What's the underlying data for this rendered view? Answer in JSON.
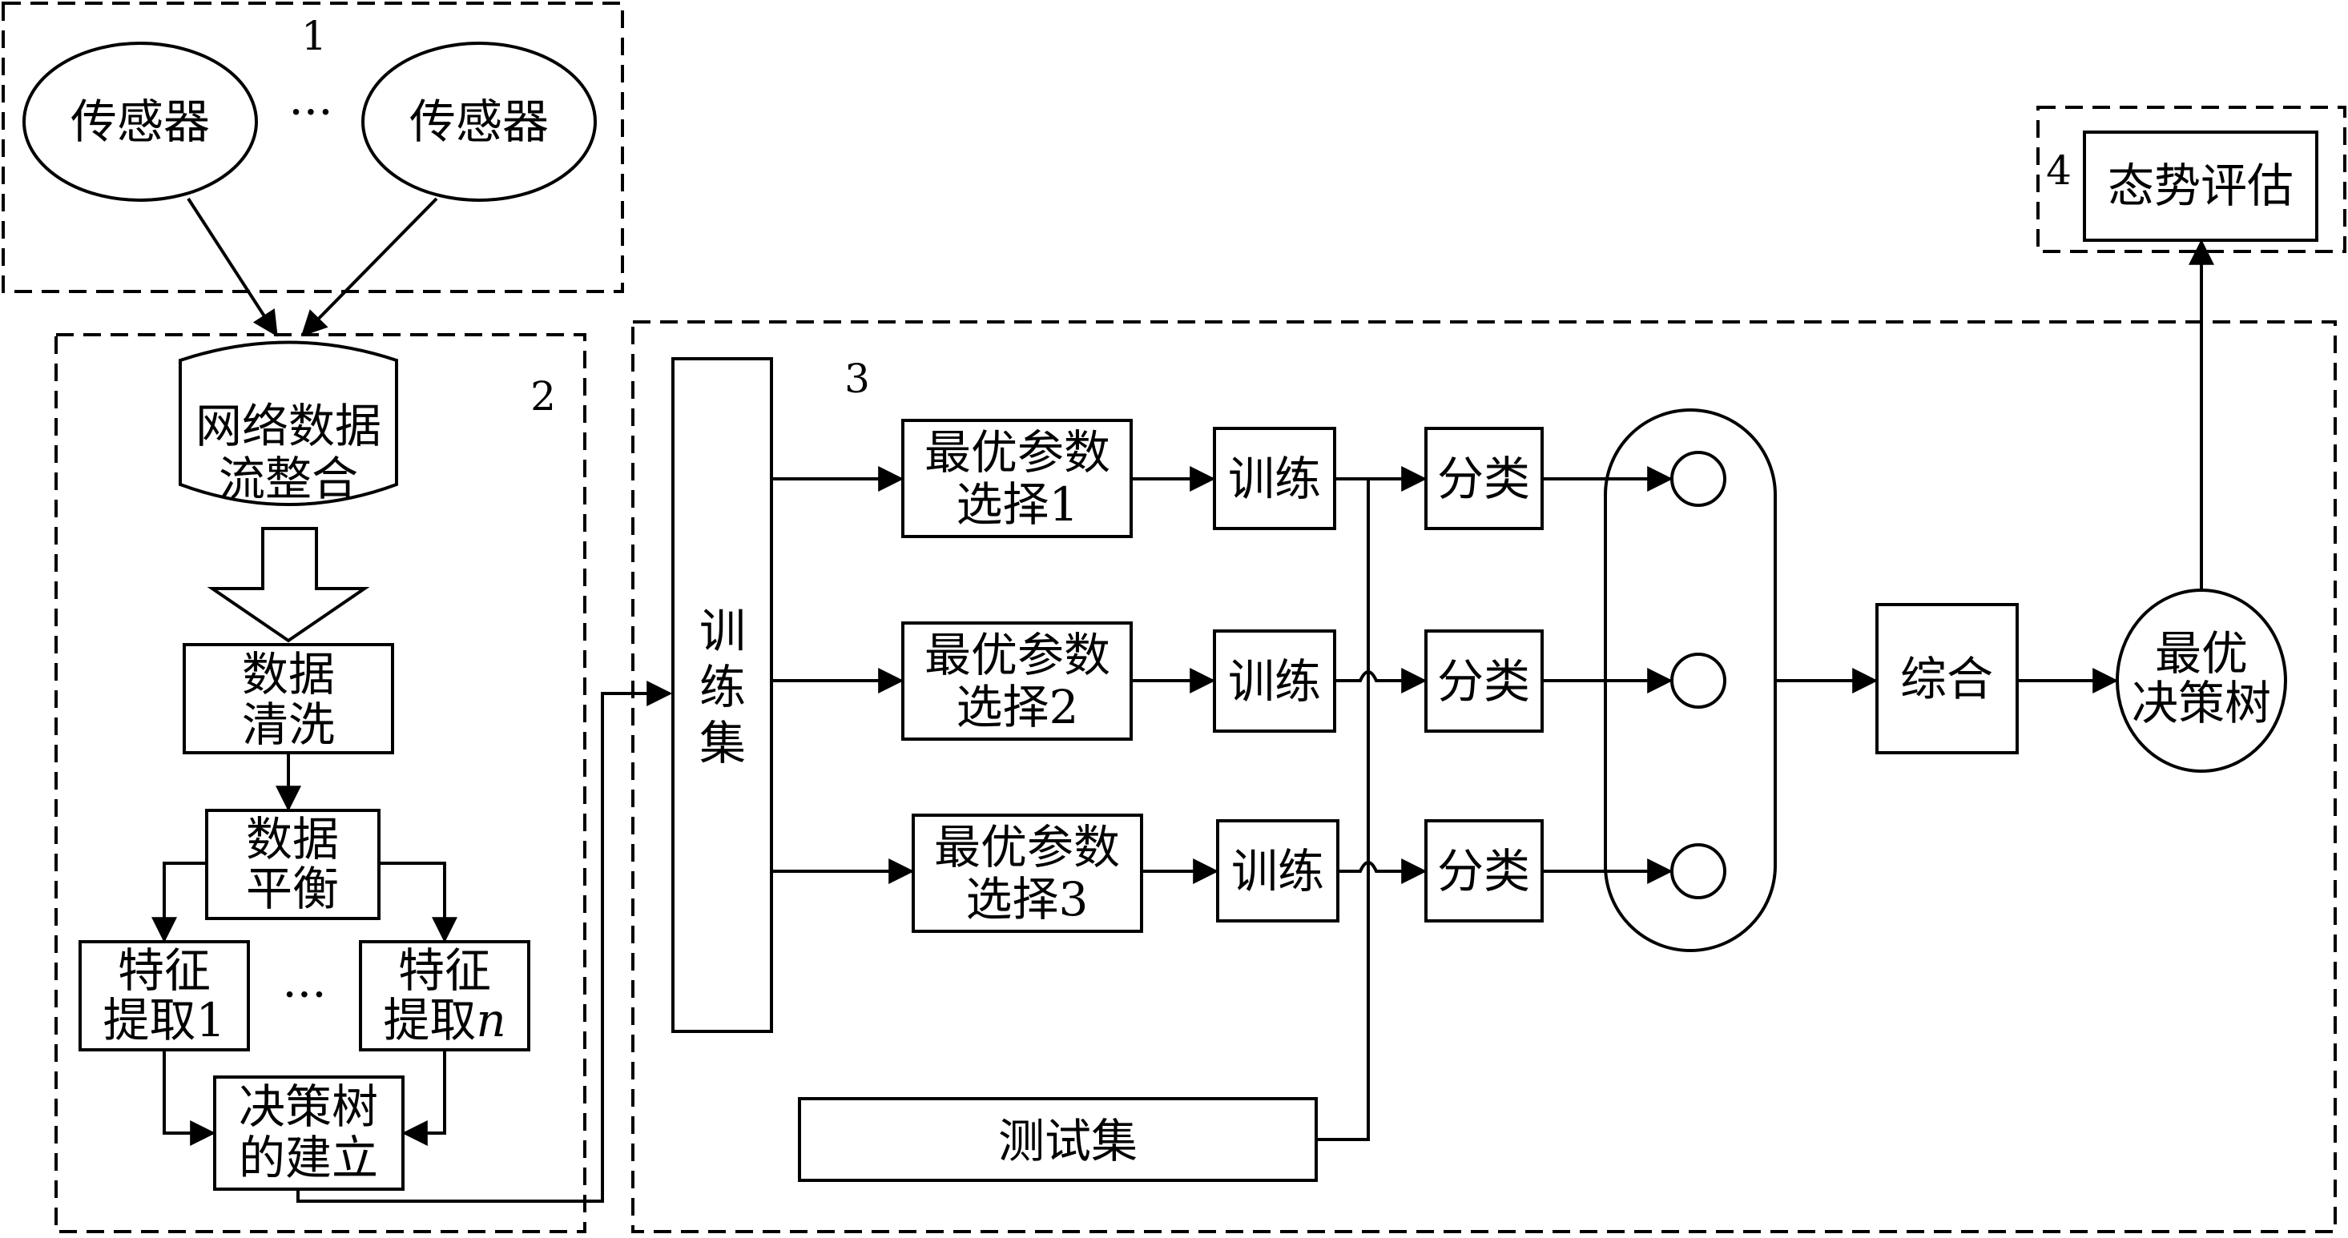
{
  "regions": [
    "1",
    "2",
    "3",
    "4"
  ],
  "sensor_left": "传感器",
  "sensor_right": "传感器",
  "ellipsis": "···",
  "integration": [
    "网络数据",
    "流整合"
  ],
  "cleaning": [
    "数据",
    "清洗"
  ],
  "balance": [
    "数据",
    "平衡"
  ],
  "feature_1": [
    "特征",
    "提取1"
  ],
  "feature_n_prefix": "特征",
  "feature_n_line2": "提取",
  "feature_n_var": "n",
  "tree_build": [
    "决策树",
    "的建立"
  ],
  "training_set": [
    "训",
    "练",
    "集"
  ],
  "param_select": [
    [
      "最优参数",
      "选择1"
    ],
    [
      "最优参数",
      "选择2"
    ],
    [
      "最优参数",
      "选择3"
    ]
  ],
  "train": "训练",
  "classify": "分类",
  "test_set": "测试集",
  "combine": "综合",
  "best_tree": [
    "最优",
    "决策树"
  ],
  "assessment": "态势评估"
}
